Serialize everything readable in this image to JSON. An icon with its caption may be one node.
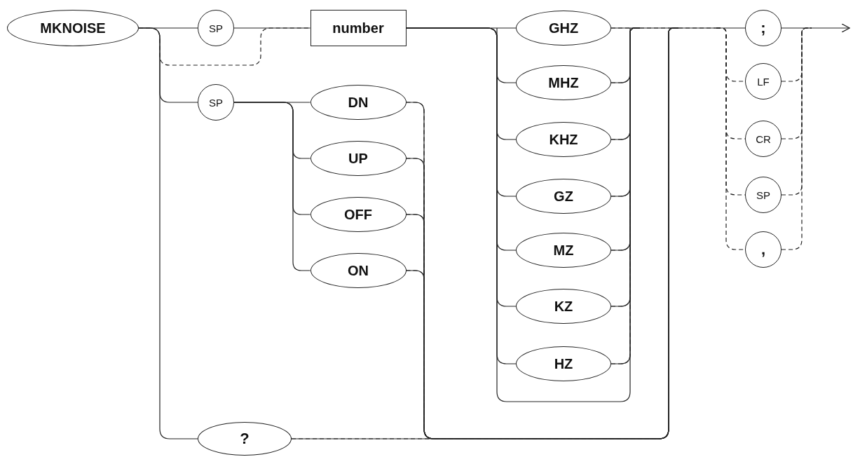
{
  "diagram": {
    "nodes": [
      {
        "text": [
          "MKNOISE"
        ]
      },
      {
        "text": [
          "SP"
        ]
      },
      {
        "text": [
          "number"
        ]
      },
      {
        "text": [
          "SP"
        ]
      },
      {
        "text": [
          "DN"
        ]
      },
      {
        "text": [
          "UP"
        ]
      },
      {
        "text": [
          "OFF"
        ]
      },
      {
        "text": [
          "ON"
        ]
      },
      {
        "text": [
          "GHZ"
        ]
      },
      {
        "text": [
          "MHZ"
        ]
      },
      {
        "text": [
          "KHZ"
        ]
      },
      {
        "text": [
          "GZ"
        ]
      },
      {
        "text": [
          "MZ"
        ]
      },
      {
        "text": [
          "KZ"
        ]
      },
      {
        "text": [
          "HZ"
        ]
      },
      {
        "text": [
          ";"
        ]
      },
      {
        "text": [
          "LF"
        ]
      },
      {
        "text": [
          "CR"
        ]
      },
      {
        "text": [
          "SP"
        ]
      },
      {
        "text": [
          ","
        ]
      },
      {
        "text": [
          "?"
        ]
      }
    ],
    "edges": [
      {
        "from": 0,
        "to": 1,
        "arrow": "none"
      },
      {
        "from": 1,
        "to": 2,
        "arrow": "none"
      },
      {
        "from": 0,
        "to": 2,
        "arrow": "none",
        "style": "dashed"
      },
      {
        "from": 0,
        "to": 3,
        "arrow": "none"
      },
      {
        "from": 0,
        "to": 20,
        "arrow": "none"
      },
      {
        "from": 3,
        "to": 4,
        "arrow": "none"
      },
      {
        "from": 3,
        "to": 5,
        "arrow": "none"
      },
      {
        "from": 3,
        "to": 6,
        "arrow": "none"
      },
      {
        "from": 3,
        "to": 7,
        "arrow": "none"
      },
      {
        "from": 2,
        "to": 8,
        "arrow": "none"
      },
      {
        "from": 2,
        "to": 9,
        "arrow": "none"
      },
      {
        "from": 2,
        "to": 10,
        "arrow": "none"
      },
      {
        "from": 2,
        "to": 11,
        "arrow": "none"
      },
      {
        "from": 2,
        "to": 12,
        "arrow": "none"
      },
      {
        "from": 2,
        "to": 13,
        "arrow": "none"
      },
      {
        "from": 2,
        "to": 14,
        "arrow": "none"
      },
      {
        "from": 8,
        "to": 15,
        "arrow": "none"
      },
      {
        "from": 8,
        "to": 16,
        "arrow": "none",
        "style": "dashed"
      },
      {
        "from": 8,
        "to": 17,
        "arrow": "none",
        "style": "dashed"
      },
      {
        "from": 8,
        "to": 18,
        "arrow": "none",
        "style": "dashed"
      },
      {
        "from": 8,
        "to": 19,
        "arrow": "none",
        "style": "dashed"
      },
      {
        "from": 9,
        "to": 15,
        "arrow": "none"
      },
      {
        "from": 9,
        "to": 16,
        "arrow": "none",
        "style": "dashed"
      },
      {
        "from": 9,
        "to": 17,
        "arrow": "none",
        "style": "dashed"
      },
      {
        "from": 9,
        "to": 18,
        "arrow": "none",
        "style": "dashed"
      },
      {
        "from": 9,
        "to": 19,
        "arrow": "none",
        "style": "dashed"
      },
      {
        "from": 10,
        "to": 15,
        "arrow": "none"
      },
      {
        "from": 10,
        "to": 16,
        "arrow": "none",
        "style": "dashed"
      },
      {
        "from": 10,
        "to": 17,
        "arrow": "none",
        "style": "dashed"
      },
      {
        "from": 10,
        "to": 18,
        "arrow": "none",
        "style": "dashed"
      },
      {
        "from": 10,
        "to": 19,
        "arrow": "none",
        "style": "dashed"
      },
      {
        "from": 11,
        "to": 15,
        "arrow": "none"
      },
      {
        "from": 11,
        "to": 16,
        "arrow": "none",
        "style": "dashed"
      },
      {
        "from": 11,
        "to": 17,
        "arrow": "none",
        "style": "dashed"
      },
      {
        "from": 11,
        "to": 18,
        "arrow": "none",
        "style": "dashed"
      },
      {
        "from": 11,
        "to": 19,
        "arrow": "none",
        "style": "dashed"
      },
      {
        "from": 12,
        "to": 15,
        "arrow": "none"
      },
      {
        "from": 12,
        "to": 16,
        "arrow": "none",
        "style": "dashed"
      },
      {
        "from": 12,
        "to": 17,
        "arrow": "none",
        "style": "dashed"
      },
      {
        "from": 12,
        "to": 18,
        "arrow": "none",
        "style": "dashed"
      },
      {
        "from": 12,
        "to": 19,
        "arrow": "none",
        "style": "dashed"
      },
      {
        "from": 13,
        "to": 15,
        "arrow": "none"
      },
      {
        "from": 13,
        "to": 16,
        "arrow": "none",
        "style": "dashed"
      },
      {
        "from": 13,
        "to": 17,
        "arrow": "none",
        "style": "dashed"
      },
      {
        "from": 13,
        "to": 18,
        "arrow": "none",
        "style": "dashed"
      },
      {
        "from": 13,
        "to": 19,
        "arrow": "none",
        "style": "dashed"
      },
      {
        "from": 14,
        "to": 15,
        "arrow": "none"
      },
      {
        "from": 14,
        "to": 16,
        "arrow": "none",
        "style": "dashed"
      },
      {
        "from": 14,
        "to": 17,
        "arrow": "none",
        "style": "dashed"
      },
      {
        "from": 14,
        "to": 18,
        "arrow": "none",
        "style": "dashed"
      },
      {
        "from": 14,
        "to": 19,
        "arrow": "none",
        "style": "dashed"
      },
      {
        "from": 4,
        "to": 15,
        "arrow": "none"
      },
      {
        "from": 4,
        "to": 16,
        "arrow": "none",
        "style": "dashed"
      },
      {
        "from": 4,
        "to": 17,
        "arrow": "none",
        "style": "dashed"
      },
      {
        "from": 4,
        "to": 18,
        "arrow": "none",
        "style": "dashed"
      },
      {
        "from": 4,
        "to": 19,
        "arrow": "none",
        "style": "dashed"
      },
      {
        "from": 5,
        "to": 15,
        "arrow": "none"
      },
      {
        "from": 5,
        "to": 16,
        "arrow": "none",
        "style": "dashed"
      },
      {
        "from": 5,
        "to": 17,
        "arrow": "none",
        "style": "dashed"
      },
      {
        "from": 5,
        "to": 18,
        "arrow": "none",
        "style": "dashed"
      },
      {
        "from": 5,
        "to": 19,
        "arrow": "none",
        "style": "dashed"
      },
      {
        "from": 6,
        "to": 15,
        "arrow": "none"
      },
      {
        "from": 6,
        "to": 16,
        "arrow": "none",
        "style": "dashed"
      },
      {
        "from": 6,
        "to": 17,
        "arrow": "none",
        "style": "dashed"
      },
      {
        "from": 6,
        "to": 18,
        "arrow": "none",
        "style": "dashed"
      },
      {
        "from": 6,
        "to": 19,
        "arrow": "none",
        "style": "dashed"
      },
      {
        "from": 7,
        "to": 15,
        "arrow": "none"
      },
      {
        "from": 7,
        "to": 16,
        "arrow": "none",
        "style": "dashed"
      },
      {
        "from": 7,
        "to": 17,
        "arrow": "none",
        "style": "dashed"
      },
      {
        "from": 7,
        "to": 18,
        "arrow": "none",
        "style": "dashed"
      },
      {
        "from": 7,
        "to": 19,
        "arrow": "none",
        "style": "dashed"
      },
      {
        "from": 20,
        "to": 15,
        "arrow": "none"
      },
      {
        "from": 20,
        "to": 16,
        "arrow": "none",
        "style": "dashed"
      },
      {
        "from": 20,
        "to": 17,
        "arrow": "none",
        "style": "dashed"
      },
      {
        "from": 20,
        "to": 18,
        "arrow": "none",
        "style": "dashed"
      },
      {
        "from": 20,
        "to": 19,
        "arrow": "none",
        "style": "dashed"
      },
      {
        "from": 15,
        "to": null,
        "arrow": "to"
      },
      {
        "from": 16,
        "to": null,
        "arrow": "to",
        "style": "dashed"
      },
      {
        "from": 17,
        "to": null,
        "arrow": "to",
        "style": "dashed"
      },
      {
        "from": 18,
        "to": null,
        "arrow": "to",
        "style": "dashed"
      },
      {
        "from": 19,
        "to": null,
        "arrow": "to",
        "style": "dashed"
      }
    ]
  }
}
